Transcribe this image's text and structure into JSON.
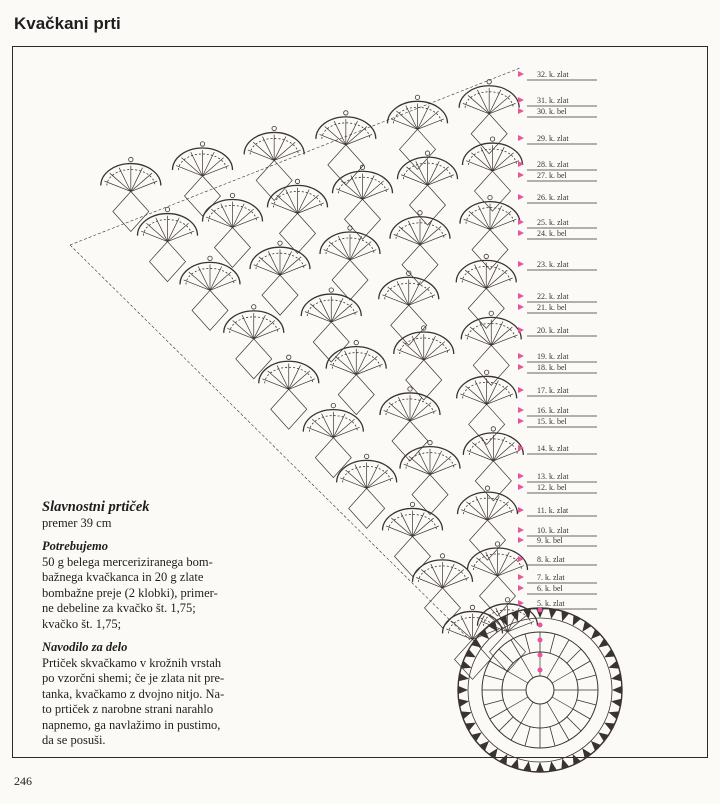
{
  "header": {
    "title": "Kvačkani prti"
  },
  "page_number": "246",
  "description": {
    "title": "Slavnostni prtiček",
    "subtitle": "premer 39 cm",
    "materials_heading": "Potrebujemo",
    "materials_text": "50 g belega merceriziranega bom-\nbažnega kvačkanca in 20 g zlate\nbombažne preje (2 klobki), primer-\nne debeline za kvačko št. 1,75;\nkvačko št. 1,75;",
    "instructions_heading": "Navodilo za delo",
    "instructions_text": "Prtiček skvačkamo v krožnih vrstah\npo vzorčni shemi; če je zlata nit pre-\ntanka, kvačkamo z dvojno nitjo. Na-\nto prtiček z narobne strani narahlo\nnapnemo, ga navlažimo in pustimo,\nda se posuši."
  },
  "row_labels": [
    "32. k. zlat",
    "31. k. zlat",
    "30. k. bel",
    "29. k. zlat",
    "28. k. zlat",
    "27. k. bel",
    "26. k. zlat",
    "25. k. zlat",
    "24. k. bel",
    "23. k. zlat",
    "22. k. zlat",
    "21. k. bel",
    "20. k. zlat",
    "19. k. zlat",
    "18. k. bel",
    "17. k. zlat",
    "16. k. zlat",
    "15. k. bel",
    "14. k. zlat",
    "13. k. zlat",
    "12. k. bel",
    "11. k. zlat",
    "10. k. zlat",
    "9. k. bel",
    "8. k. zlat",
    "7. k. zlat",
    "6. k. bel",
    "5. k. zlat"
  ],
  "colors": {
    "ink": "#3a3330",
    "marker": "#e8559a"
  }
}
